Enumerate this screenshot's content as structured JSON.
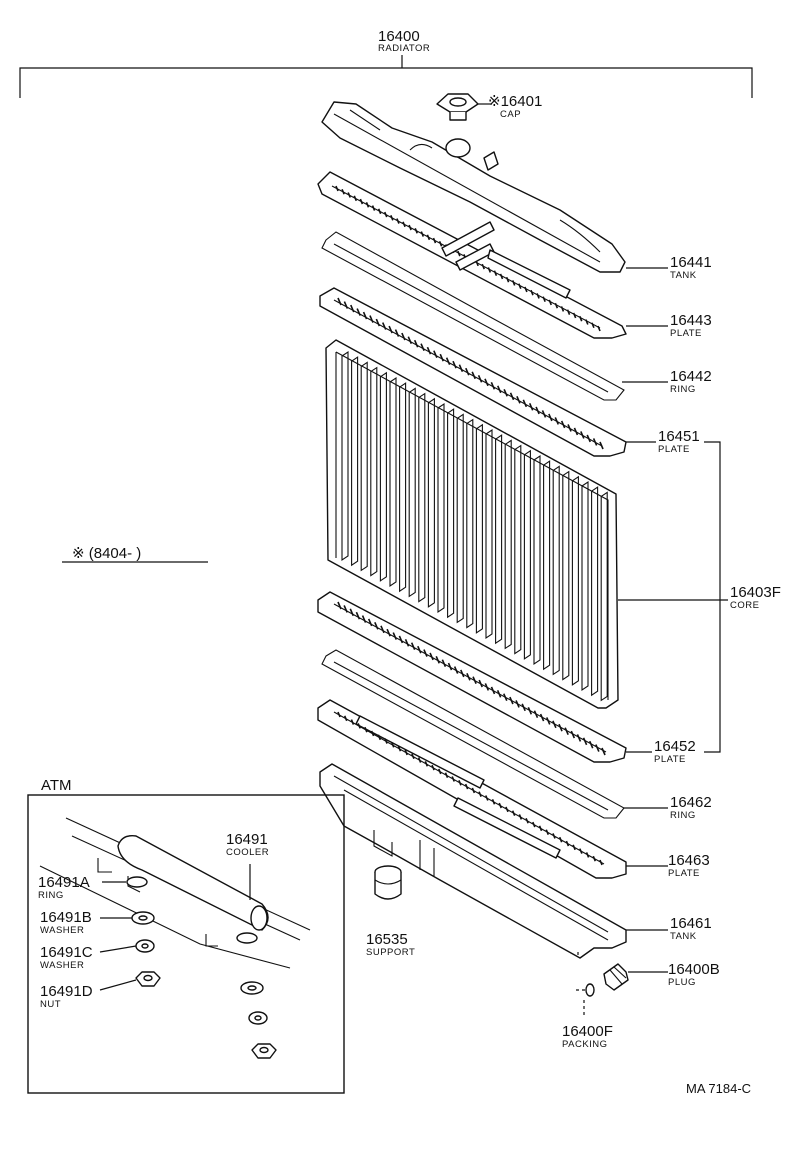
{
  "assembly": {
    "number": "16400",
    "name": "RADIATOR"
  },
  "parts": [
    {
      "id": "cap",
      "number": "※16401",
      "name": "CAP"
    },
    {
      "id": "tank-upper",
      "number": "16441",
      "name": "TANK"
    },
    {
      "id": "plate-upper",
      "number": "16443",
      "name": "PLATE"
    },
    {
      "id": "ring-upper",
      "number": "16442",
      "name": "RING"
    },
    {
      "id": "plate-core-top",
      "number": "16451",
      "name": "PLATE"
    },
    {
      "id": "core",
      "number": "16403F",
      "name": "CORE"
    },
    {
      "id": "plate-core-bottom",
      "number": "16452",
      "name": "PLATE"
    },
    {
      "id": "ring-lower",
      "number": "16462",
      "name": "RING"
    },
    {
      "id": "plate-lower",
      "number": "16463",
      "name": "PLATE"
    },
    {
      "id": "tank-lower",
      "number": "16461",
      "name": "TANK"
    },
    {
      "id": "plug",
      "number": "16400B",
      "name": "PLUG"
    },
    {
      "id": "packing",
      "number": "16400F",
      "name": "PACKING"
    },
    {
      "id": "support",
      "number": "16535",
      "name": "SUPPORT"
    }
  ],
  "atm": {
    "title": "ATM",
    "parts": [
      {
        "id": "cooler",
        "number": "16491",
        "name": "COOLER"
      },
      {
        "id": "ring",
        "number": "16491A",
        "name": "RING"
      },
      {
        "id": "washer-b",
        "number": "16491B",
        "name": "WASHER"
      },
      {
        "id": "washer-c",
        "number": "16491C",
        "name": "WASHER"
      },
      {
        "id": "nut",
        "number": "16491D",
        "name": "NUT"
      }
    ]
  },
  "note": "※ (8404-        )",
  "drawing_code": "MA 7184-C"
}
